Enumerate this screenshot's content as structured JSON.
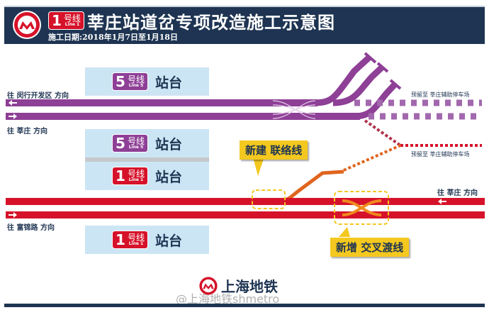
{
  "header": {
    "line_badge": {
      "number": "1",
      "cn": "号线",
      "en": "Line 1"
    },
    "title": "莘庄站道岔专项改造施工示意图",
    "date": "施工日期:2018年1月7日至1月18日"
  },
  "platforms": [
    {
      "line_number": "5",
      "line_cn": "号线",
      "line_en": "Line 5",
      "label": "站台"
    },
    {
      "line_number": "5",
      "line_cn": "号线",
      "line_en": "Line 5",
      "label": "站台"
    },
    {
      "line_number": "1",
      "line_cn": "号线",
      "line_en": "Line 1",
      "label": "站台"
    },
    {
      "line_number": "1",
      "line_cn": "号线",
      "line_en": "Line 1",
      "label": "站台"
    }
  ],
  "directions": {
    "line5_top": "往 闵行开发区 方向",
    "line5_bottom": "往 莘庄 方向",
    "line1_top": "往 莘庄 方向",
    "line1_bottom": "往 富锦路 方向"
  },
  "notes": {
    "reserved_top": "预留至 莘庄辅助停车场",
    "reserved_bottom": "预留至 莘庄辅助停车场"
  },
  "callouts": {
    "new_link": "新建 联络线",
    "new_crossover": "新增 交叉渡线"
  },
  "footer": {
    "brand": "上海地铁",
    "watermark": "@上海地铁shmetro"
  },
  "colors": {
    "navy": "#1e3452",
    "line1_red": "#d6122a",
    "line5_purple": "#8e3f96",
    "platform_blue": "#cce5f4",
    "callout_yellow": "#f4c81f",
    "new_track_orange": "#e0651e"
  }
}
